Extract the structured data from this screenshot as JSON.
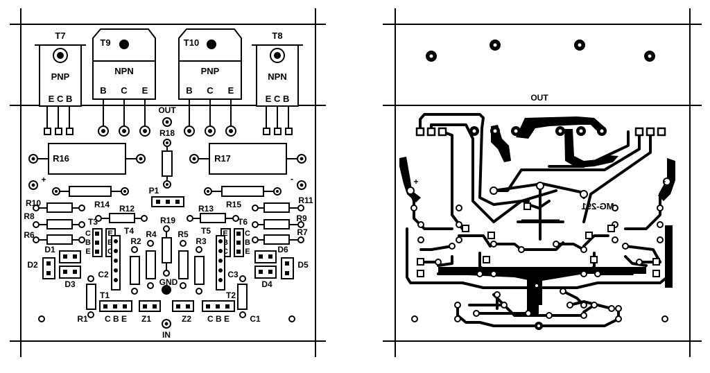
{
  "left": {
    "transistors": {
      "t7": {
        "name": "T7",
        "type": "PNP",
        "pins": "E C B"
      },
      "t9": {
        "name": "T9",
        "type": "NPN",
        "pins": [
          "B",
          "C",
          "E"
        ]
      },
      "t10": {
        "name": "T10",
        "type": "PNP",
        "pins": [
          "B",
          "C",
          "E"
        ]
      },
      "t8": {
        "name": "T8",
        "type": "NPN",
        "pins": "E C B"
      },
      "t1": {
        "name": "T1",
        "pins": "C B E"
      },
      "t2": {
        "name": "T2",
        "pins": "C B E"
      },
      "t3": {
        "name": "T3",
        "pins": [
          "C",
          "B",
          "E"
        ]
      },
      "t4": {
        "name": "T4",
        "pins": [
          "E",
          "B",
          "C"
        ]
      },
      "t5": {
        "name": "T5",
        "pins": [
          "E",
          "B",
          "C"
        ]
      },
      "t6": {
        "name": "T6",
        "pins": [
          "C",
          "B",
          "E"
        ]
      }
    },
    "labels": {
      "out": "OUT",
      "gnd": "GND",
      "in": "IN",
      "plus": "+",
      "minus": "-",
      "p1": "P1",
      "z1": "Z1",
      "z2": "Z2",
      "c1": "C1",
      "c2": "C2",
      "c3": "C3",
      "d1": "D1",
      "d2": "D2",
      "d3": "D3",
      "d4": "D4",
      "d5": "D5",
      "d6": "D6"
    },
    "resistors": {
      "r1": "R1",
      "r2": "R2",
      "r3": "R3",
      "r4": "R4",
      "r5": "R5",
      "r6": "R6",
      "r7": "R7",
      "r8": "R8",
      "r9": "R9",
      "r10": "R10",
      "r11": "R11",
      "r12": "R12",
      "r13": "R13",
      "r14": "R14",
      "r15": "R15",
      "r16": "R16",
      "r17": "R17",
      "r18": "R18",
      "r19": "R19"
    }
  },
  "right": {
    "out": "OUT",
    "plus": "+",
    "minus": "-",
    "board_id": "MG-291"
  }
}
